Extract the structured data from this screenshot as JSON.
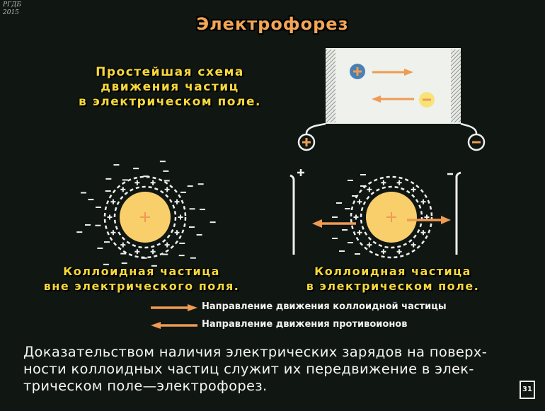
{
  "watermark": [
    "РГДБ",
    "2015"
  ],
  "title": "Электрофорез",
  "subtitle": [
    "Простейшая схема",
    "движения частиц",
    "в электрическом поле."
  ],
  "captions": {
    "outside_field": [
      "Коллоидная частица",
      "вне электрического поля."
    ],
    "in_field": [
      "Коллоидная частица",
      "в электрическом поле."
    ]
  },
  "legend": {
    "particle_direction": "Направление движения коллоидной частицы",
    "counterion_direction": "Направление движения противоионов"
  },
  "paragraph": [
    "Доказательством наличия электрических зарядов на поверх-",
    "ности коллоидных частиц служит их передвижение в элек-",
    "трическом поле—электрофорез."
  ],
  "page_number": "31",
  "colors": {
    "background": "#101713",
    "orange": "#f09a52",
    "yellow": "#f6d83c",
    "particle": "#f8cf6a",
    "blue_ion": "#4a80b4"
  }
}
